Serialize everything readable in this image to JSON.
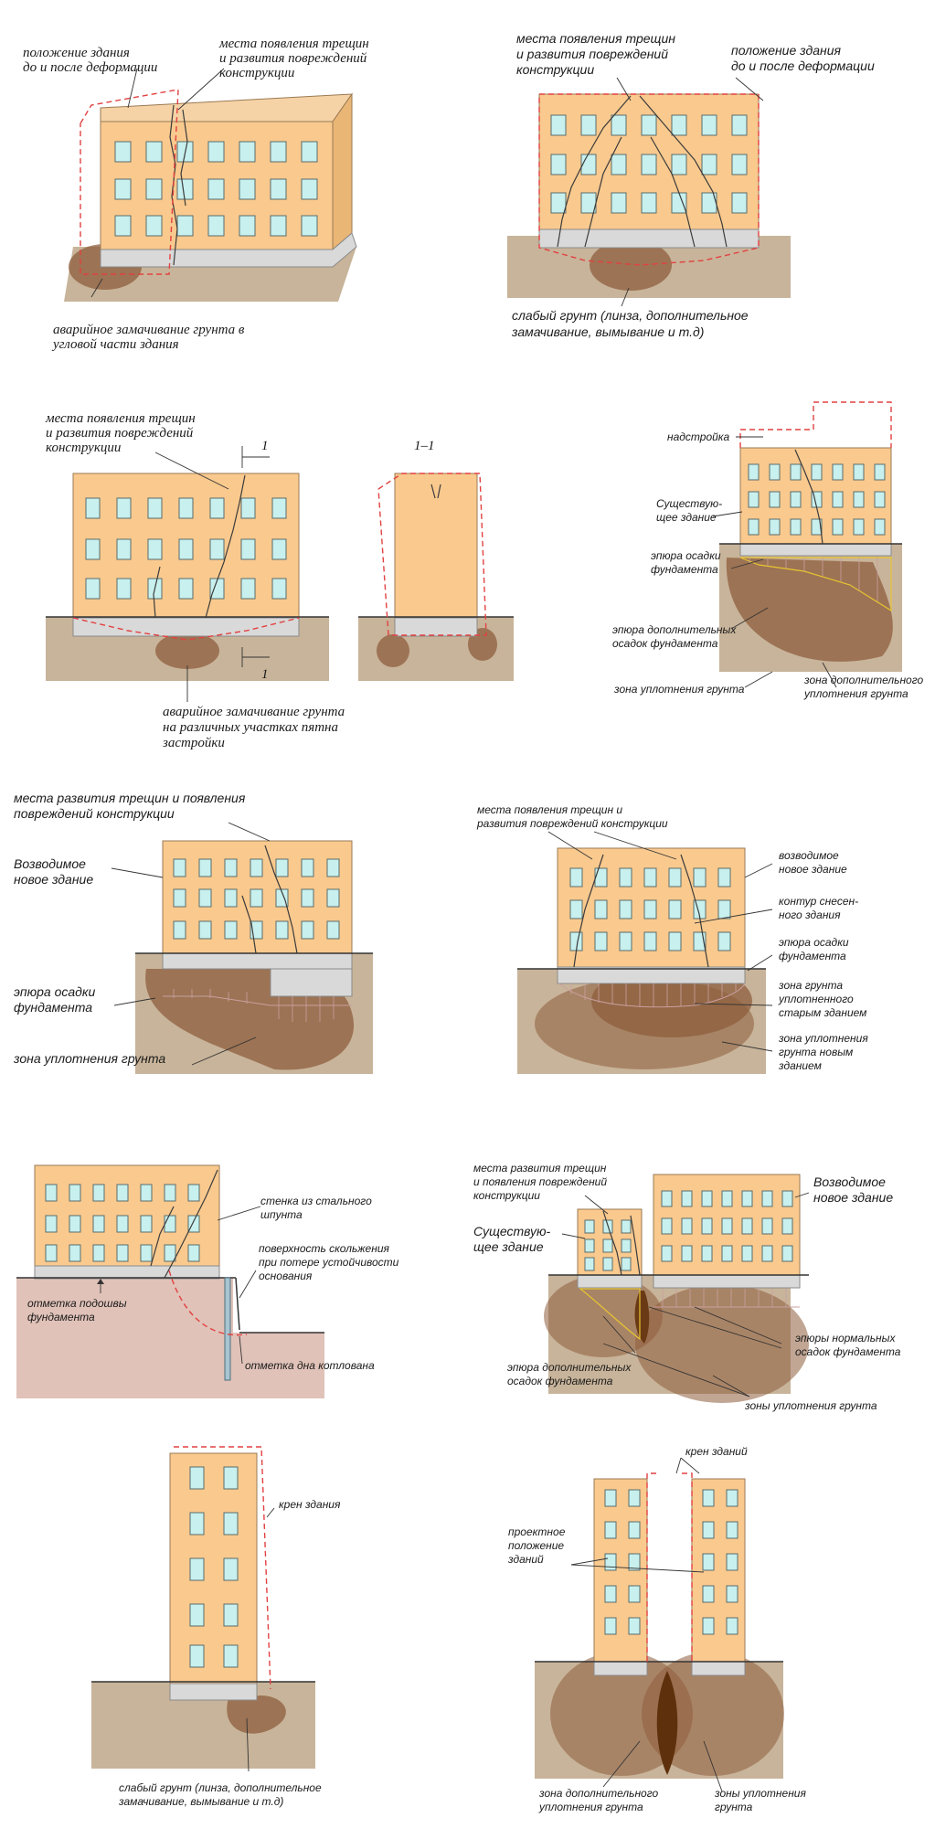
{
  "panels": {
    "p1": {
      "label_position": "положение здания\nдо и после деформации",
      "label_cracks": "места появления трещин\nи развития повреждений\nконструкции",
      "label_soaking": "аварийное замачивание грунта в\nугловой части здания"
    },
    "p2": {
      "label_cracks": "места появления трещин\nи развития повреждений\nконструкции",
      "label_position": "положение здания\nдо и после деформации",
      "label_weak": "слабый грунт (линза, дополнительное\nзамачивание, вымывание и т.д)"
    },
    "p3": {
      "label_cracks": "места появления трещин\nи развития повреждений\nконструкции",
      "section_mark": "1",
      "section_title": "1–1",
      "label_soaking": "аварийное замачивание грунта\nна различных участках пятна\nзастройки"
    },
    "p4": {
      "label_addon": "надстройка",
      "label_existing": "Существую-\nщее здание",
      "label_epure": "эпюра осадки\nфундамента",
      "label_add_epure": "эпюра дополнительных\nосадок фундамента",
      "label_zone": "зона уплотнения грунта",
      "label_add_zone": "зона дополнительного\nуплотнения грунта"
    },
    "p5": {
      "label_cracks": "места развития трещин и появления\nповреждений конструкции",
      "label_new": "Возводимое\nновое здание",
      "label_epure": "эпюра осадки\nфундамента",
      "label_zone": "зона уплотнения грунта"
    },
    "p6": {
      "label_cracks": "места появления трещин и\nразвития повреждений конструкции",
      "label_new": "возводимое\nновое здание",
      "label_contour": "контур снесен-\nного здания",
      "label_epure": "эпюра осадки\nфундамента",
      "label_old_zone": "зона грунта\nуплотненного\nстарым зданием",
      "label_new_zone": "зона уплотнения\nгрунта новым\nзданием"
    },
    "p7": {
      "label_wall": "стенка из стального\nшпунта",
      "label_slip": "поверхность скольжения\nпри потере устойчивости\nоснования",
      "label_sole": "отметка подошвы\nфундамента",
      "label_pit": "отметка дна котлована"
    },
    "p8": {
      "label_cracks": "места развития трещин\nи появления повреждений\nконструкции",
      "label_new": "Возводимое\nновое здание",
      "label_existing": "Существую-\nщее здание",
      "label_normal": "эпюры нормальных\nосадок фундамента",
      "label_add_epure": "эпюра дополнительных\nосадок фундамента",
      "label_zones": "зоны уплотнения грунта"
    },
    "p9": {
      "label_tilt": "крен здания",
      "label_weak": "слабый грунт (линза, дополнительное\nзамачивание, вымывание и т.д)"
    },
    "p10": {
      "label_tilt": "крен зданий",
      "label_design": "проектное\nположение\nзданий",
      "label_add_zone": "зона дополнительного\nуплотнения грунта",
      "label_zones": "зоны уплотнения\nгрунта"
    }
  },
  "colors": {
    "building": "#f9c98e",
    "window": "#c7f0ee",
    "ground": "#c8b49a",
    "soil": "#8e5d3c",
    "deformed_outline": "#e24141",
    "epure": "#e7c432"
  }
}
